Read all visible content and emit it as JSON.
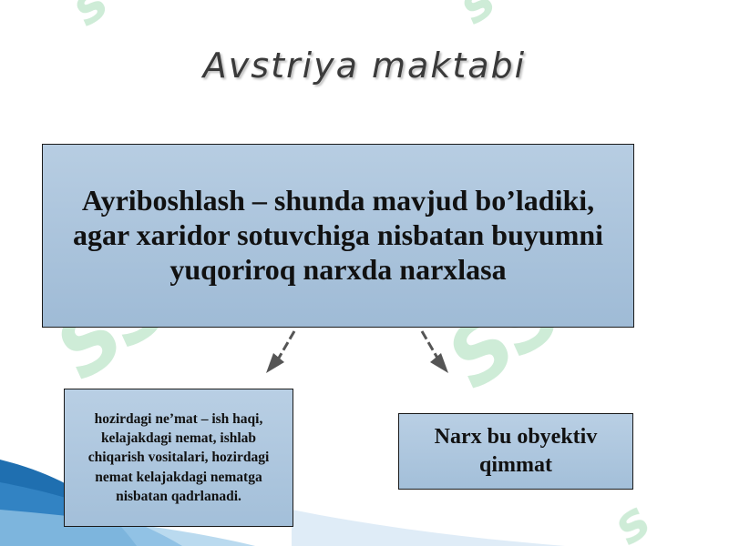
{
  "slide": {
    "title": "Avstriya maktabi",
    "main_box_text": "Ayriboshlash – shunda mavjud bo’ladiki, agar xaridor sotuvchiga nisbatan buyumni yuqoriroq narxda narxlasa",
    "left_box_text": "hozirdagi ne’mat – ish haqi, kelajakdagi nemat, ishlab chiqarish vositalari, hozirdagi nemat kelajakdagi nematga nisbatan qadrlanadi.",
    "right_box_text": "Narx bu obyektiv qimmat"
  },
  "colors": {
    "box_fill": "#a8c2db",
    "watermark": "#8fd1a4",
    "swoosh_blue": "#1f6fb0"
  }
}
